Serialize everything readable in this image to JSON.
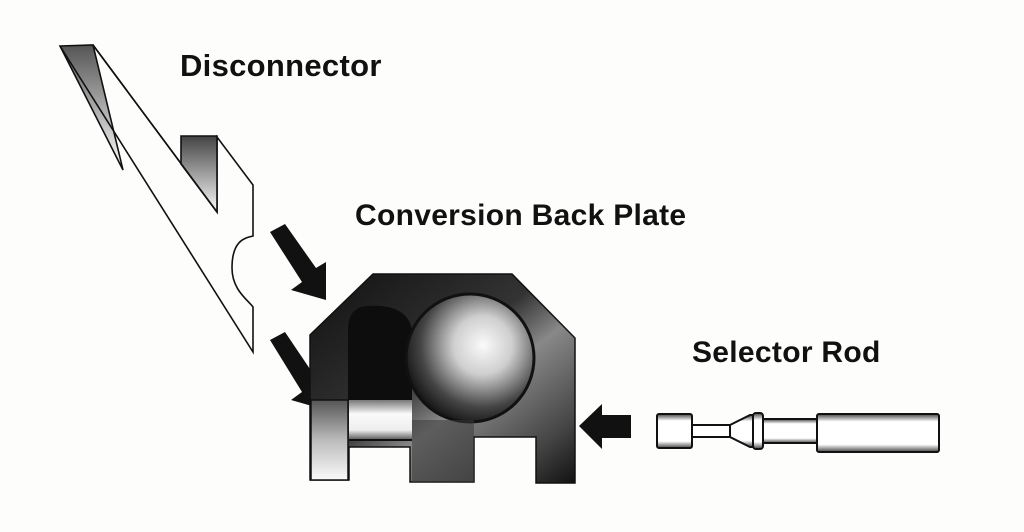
{
  "diagram": {
    "labels": {
      "disconnector": "Disconnector",
      "conversion_back_plate": "Conversion Back Plate",
      "selector_rod": "Selector Rod"
    },
    "parts": [
      {
        "id": "disconnector",
        "description": "angled disconnector part outline with shaded top faces"
      },
      {
        "id": "conversion-back-plate",
        "description": "dark shaded back plate with spherical recess and three legs"
      },
      {
        "id": "selector-rod",
        "description": "cylindrical rod with narrow neck and cone collar"
      }
    ],
    "arrows": [
      {
        "id": "arrow-upper",
        "direction": "down-right",
        "points_to": "conversion-back-plate"
      },
      {
        "id": "arrow-lower",
        "direction": "down-right",
        "points_to": "conversion-back-plate"
      },
      {
        "id": "arrow-left",
        "direction": "left",
        "points_to": "conversion-back-plate"
      }
    ],
    "colors": {
      "background": "#fdfdfb",
      "ink": "#111111",
      "plate_dark": "#1a1a1a",
      "plate_light": "#f4f4f4"
    }
  }
}
